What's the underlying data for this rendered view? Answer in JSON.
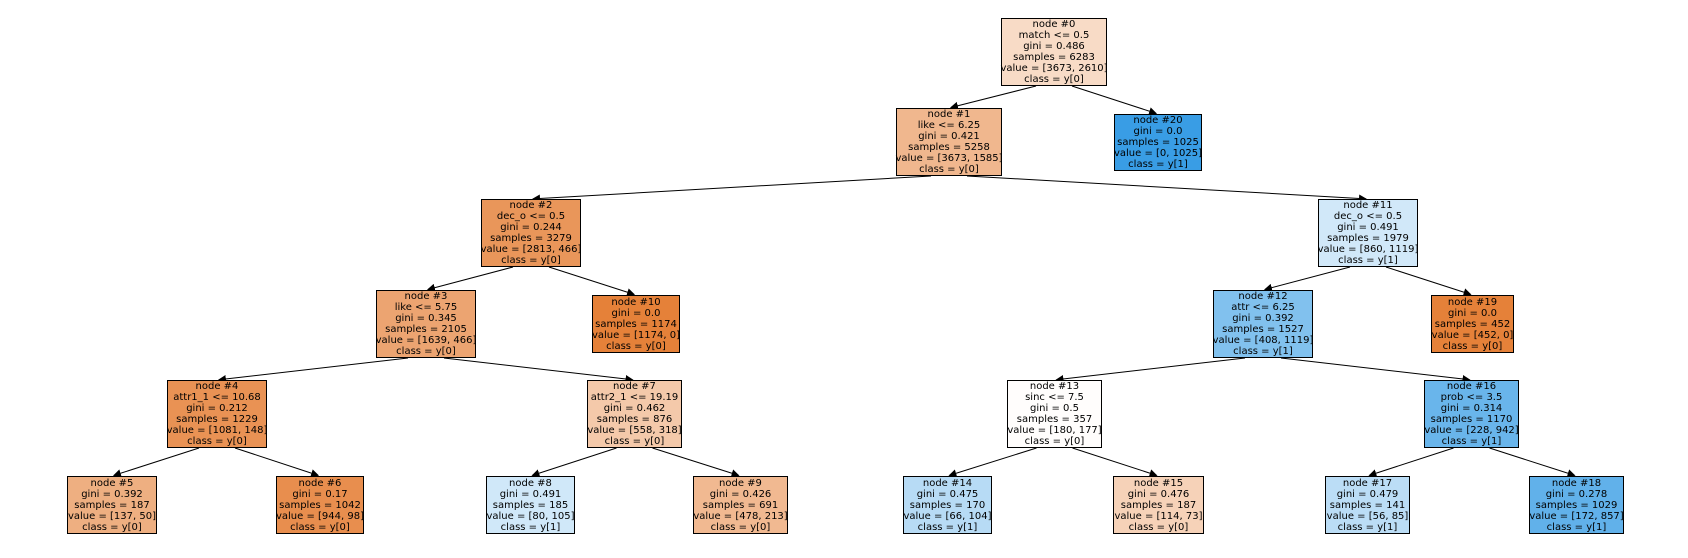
{
  "diagram": {
    "type": "decision-tree",
    "nodes": [
      {
        "id": "node0",
        "lines": [
          "node #0",
          "match <= 0.5",
          "gini = 0.486",
          "samples = 6283",
          "value = [3673, 2610]",
          "class = y[0]"
        ],
        "fill": "#f8dbc6"
      },
      {
        "id": "node1",
        "lines": [
          "node #1",
          "like <= 6.25",
          "gini = 0.421",
          "samples = 5258",
          "value = [3673, 1585]",
          "class = y[0]"
        ],
        "fill": "#f0b78e"
      },
      {
        "id": "node20",
        "lines": [
          "node #20",
          "gini = 0.0",
          "samples = 1025",
          "value = [0, 1025]",
          "class = y[1]"
        ],
        "fill": "#399de5"
      },
      {
        "id": "node2",
        "lines": [
          "node #2",
          "dec_o <= 0.5",
          "gini = 0.244",
          "samples = 3279",
          "value = [2813, 466]",
          "class = y[0]"
        ],
        "fill": "#e9965a"
      },
      {
        "id": "node11",
        "lines": [
          "node #11",
          "dec_o <= 0.5",
          "gini = 0.491",
          "samples = 1979",
          "value = [860, 1119]",
          "class = y[1]"
        ],
        "fill": "#d1e8f9"
      },
      {
        "id": "node3",
        "lines": [
          "node #3",
          "like <= 5.75",
          "gini = 0.345",
          "samples = 2105",
          "value = [1639, 466]",
          "class = y[0]"
        ],
        "fill": "#eca471"
      },
      {
        "id": "node10",
        "lines": [
          "node #10",
          "gini = 0.0",
          "samples = 1174",
          "value = [1174, 0]",
          "class = y[0]"
        ],
        "fill": "#e58139"
      },
      {
        "id": "node12",
        "lines": [
          "node #12",
          "attr <= 6.25",
          "gini = 0.392",
          "samples = 1527",
          "value = [408, 1119]",
          "class = y[1]"
        ],
        "fill": "#81c1ee"
      },
      {
        "id": "node19",
        "lines": [
          "node #19",
          "gini = 0.0",
          "samples = 452",
          "value = [452, 0]",
          "class = y[0]"
        ],
        "fill": "#e58139"
      },
      {
        "id": "node4",
        "lines": [
          "node #4",
          "attr1_1 <= 10.68",
          "gini = 0.212",
          "samples = 1229",
          "value = [1081, 148]",
          "class = y[0]"
        ],
        "fill": "#e99254"
      },
      {
        "id": "node7",
        "lines": [
          "node #7",
          "attr2_1 <= 19.19",
          "gini = 0.462",
          "samples = 876",
          "value = [558, 318]",
          "class = y[0]"
        ],
        "fill": "#f4c9aa"
      },
      {
        "id": "node13",
        "lines": [
          "node #13",
          "sinc <= 7.5",
          "gini = 0.5",
          "samples = 357",
          "value = [180, 177]",
          "class = y[0]"
        ],
        "fill": "#fffdfc"
      },
      {
        "id": "node16",
        "lines": [
          "node #16",
          "prob <= 3.5",
          "gini = 0.314",
          "samples = 1170",
          "value = [228, 942]",
          "class = y[1]"
        ],
        "fill": "#69b5eb"
      },
      {
        "id": "node5",
        "lines": [
          "node #5",
          "gini = 0.392",
          "samples = 187",
          "value = [137, 50]",
          "class = y[0]"
        ],
        "fill": "#eeaf81"
      },
      {
        "id": "node6",
        "lines": [
          "node #6",
          "gini = 0.17",
          "samples = 1042",
          "value = [944, 98]",
          "class = y[0]"
        ],
        "fill": "#e88e4e"
      },
      {
        "id": "node8",
        "lines": [
          "node #8",
          "gini = 0.491",
          "samples = 185",
          "value = [80, 105]",
          "class = y[1]"
        ],
        "fill": "#d0e8f9"
      },
      {
        "id": "node9",
        "lines": [
          "node #9",
          "gini = 0.426",
          "samples = 691",
          "value = [478, 213]",
          "class = y[0]"
        ],
        "fill": "#f1b991"
      },
      {
        "id": "node14",
        "lines": [
          "node #14",
          "gini = 0.475",
          "samples = 170",
          "value = [66, 104]",
          "class = y[1]"
        ],
        "fill": "#b7dbf5"
      },
      {
        "id": "node15",
        "lines": [
          "node #15",
          "gini = 0.476",
          "samples = 187",
          "value = [114, 73]",
          "class = y[0]"
        ],
        "fill": "#f6d2b8"
      },
      {
        "id": "node17",
        "lines": [
          "node #17",
          "gini = 0.479",
          "samples = 141",
          "value = [56, 85]",
          "class = y[1]"
        ],
        "fill": "#bbddf6"
      },
      {
        "id": "node18",
        "lines": [
          "node #18",
          "gini = 0.278",
          "samples = 1029",
          "value = [172, 857]",
          "class = y[1]"
        ],
        "fill": "#61b1ea"
      }
    ],
    "edges": [
      [
        "node0",
        "node1"
      ],
      [
        "node0",
        "node20"
      ],
      [
        "node1",
        "node2"
      ],
      [
        "node1",
        "node11"
      ],
      [
        "node2",
        "node3"
      ],
      [
        "node2",
        "node10"
      ],
      [
        "node11",
        "node12"
      ],
      [
        "node11",
        "node19"
      ],
      [
        "node3",
        "node4"
      ],
      [
        "node3",
        "node7"
      ],
      [
        "node12",
        "node13"
      ],
      [
        "node12",
        "node16"
      ],
      [
        "node4",
        "node5"
      ],
      [
        "node4",
        "node6"
      ],
      [
        "node7",
        "node8"
      ],
      [
        "node7",
        "node9"
      ],
      [
        "node13",
        "node14"
      ],
      [
        "node13",
        "node15"
      ],
      [
        "node16",
        "node17"
      ],
      [
        "node16",
        "node18"
      ]
    ]
  }
}
